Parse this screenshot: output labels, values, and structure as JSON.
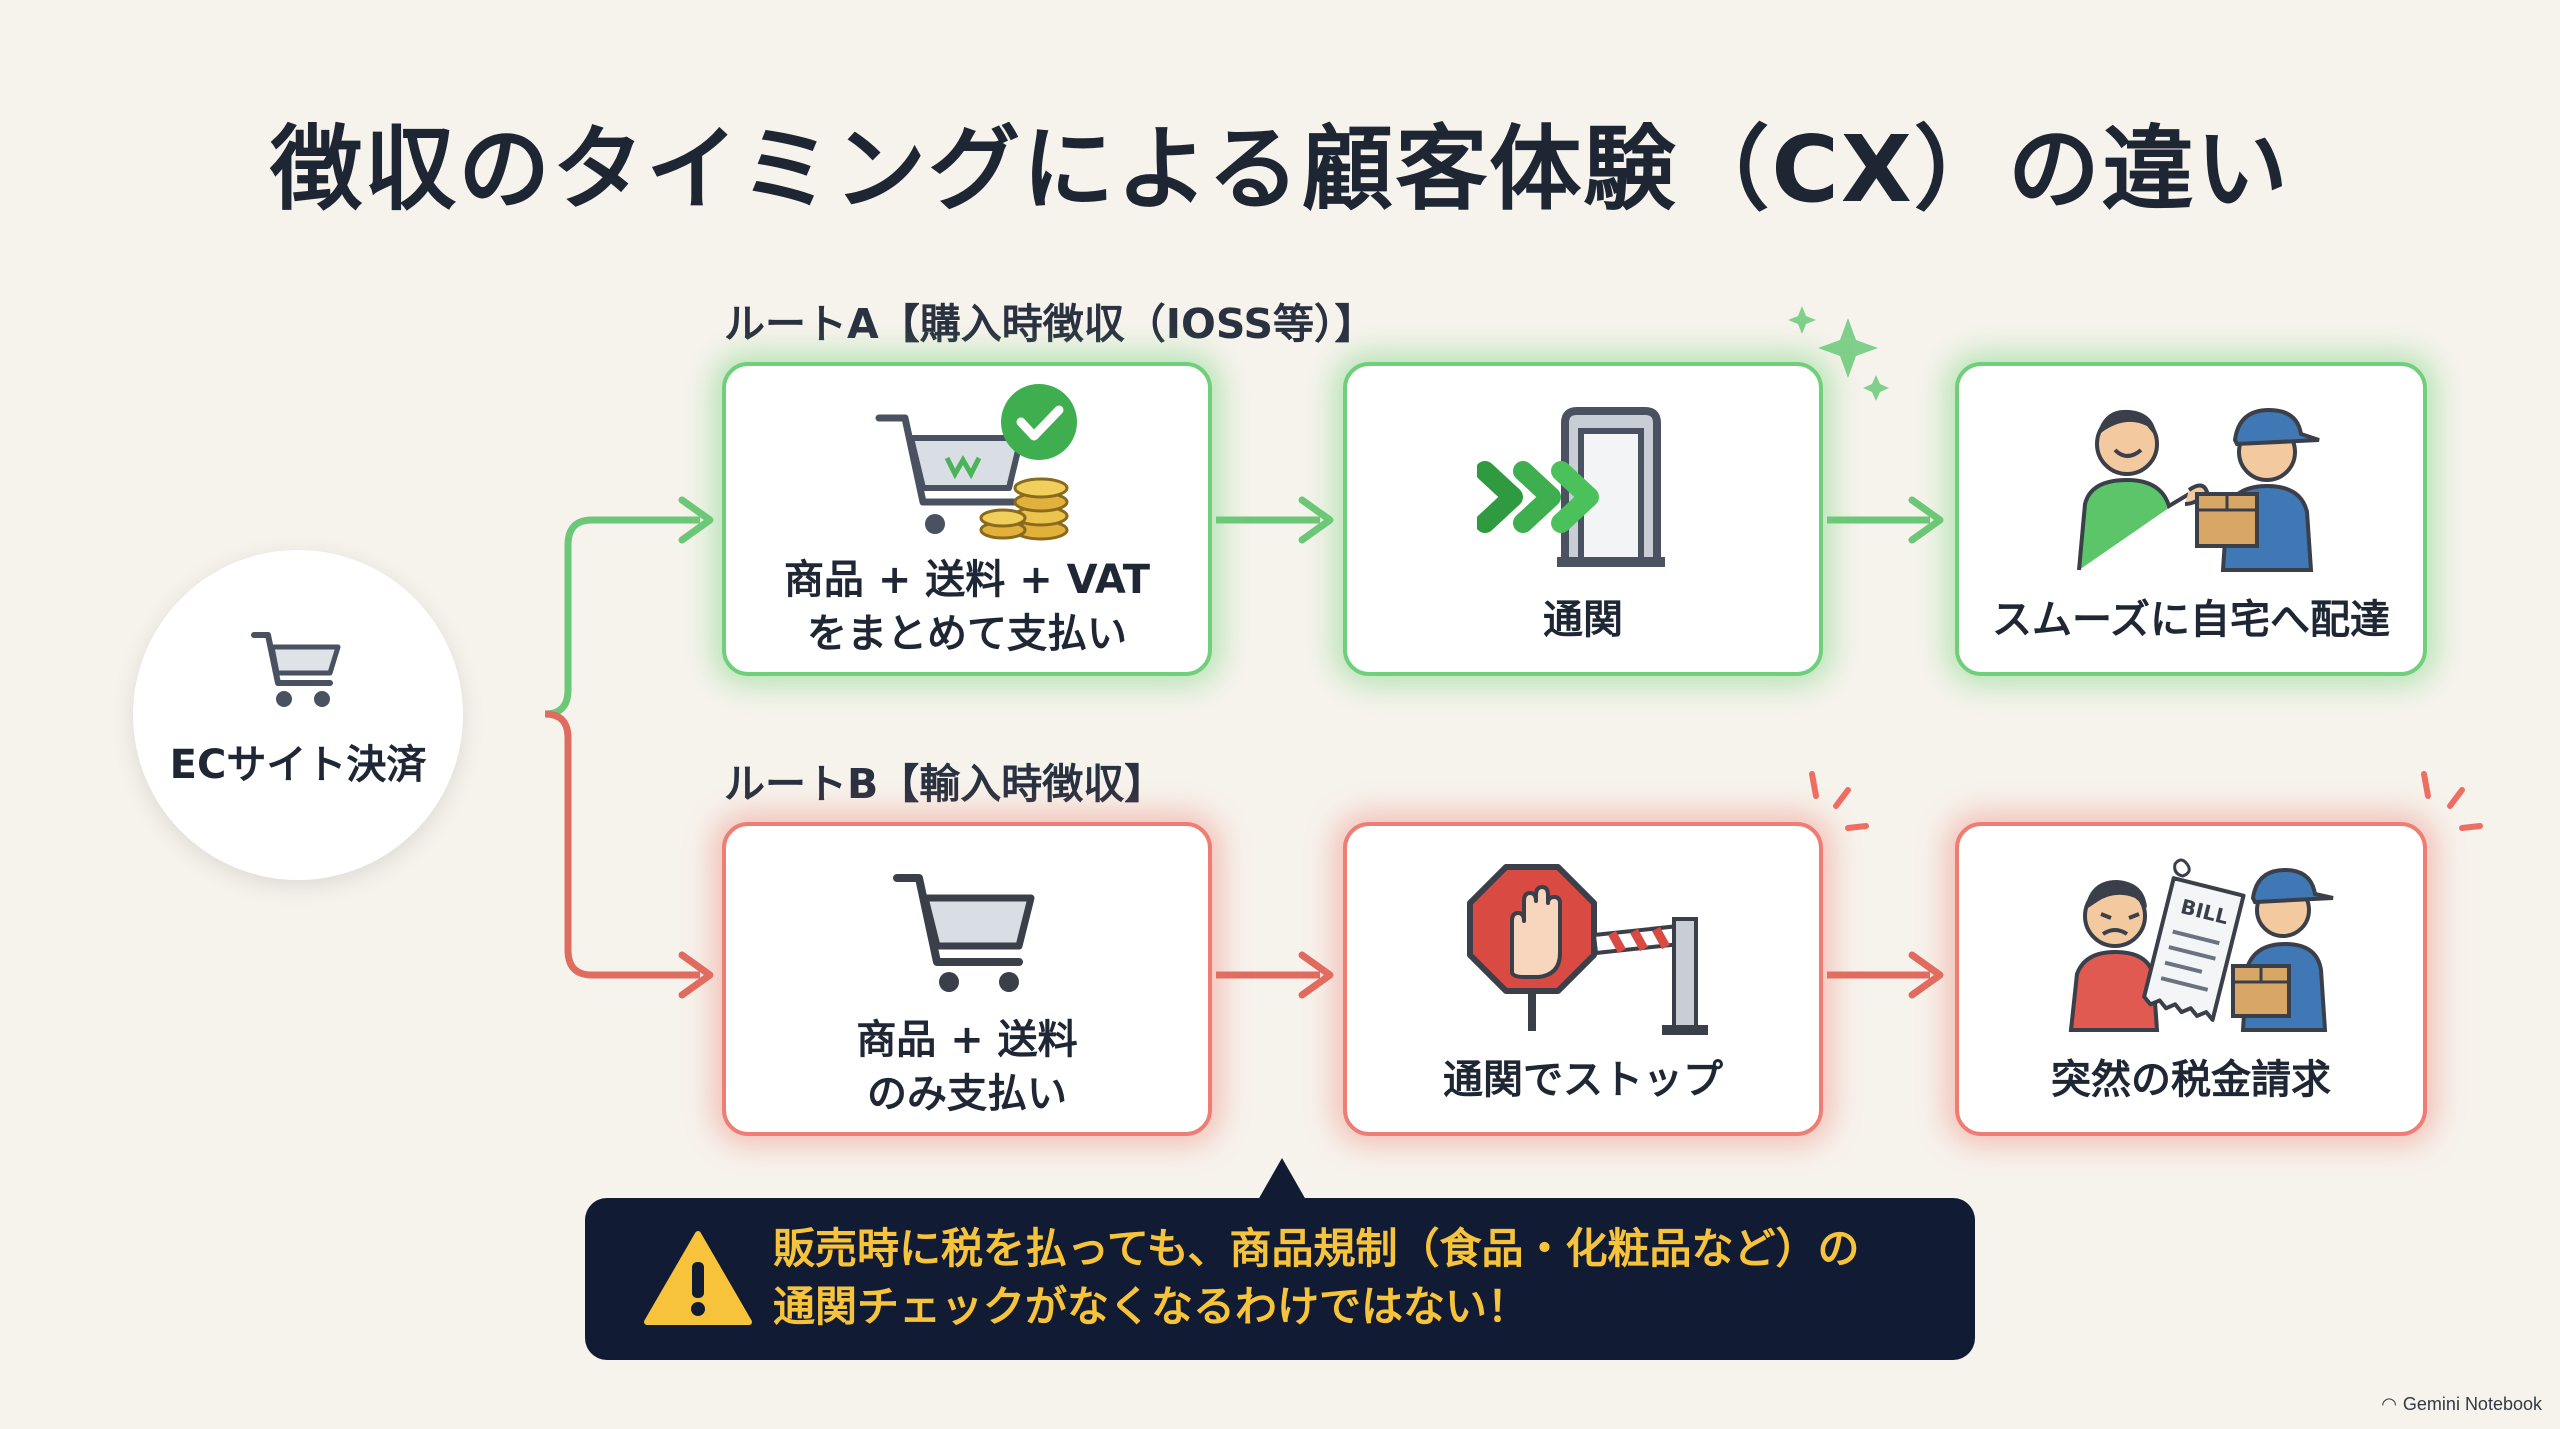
{
  "title": "徴収のタイミングによる顧客体験（CX）の違い",
  "start": {
    "label": "ECサイト決済",
    "icon": "shopping-cart-icon"
  },
  "route_a": {
    "label": "ルートA【購入時徴収（IOSS等）】",
    "color": "#5cc469",
    "steps": [
      {
        "label_line1": "商品 + 送料 + VAT",
        "label_line2": "をまとめて支払い",
        "icon": "cart-with-check-and-coins-icon"
      },
      {
        "label": "通関",
        "icon": "customs-gate-fast-pass-icon"
      },
      {
        "label": "スムーズに自宅へ配達",
        "icon": "happy-delivery-handoff-icon"
      }
    ]
  },
  "route_b": {
    "label": "ルートB【輸入時徴収】",
    "color": "#e46a5f",
    "steps": [
      {
        "label_line1": "商品 + 送料",
        "label_line2": "のみ支払い",
        "icon": "shopping-cart-icon"
      },
      {
        "label": "通関でストップ",
        "icon": "stop-sign-barrier-icon"
      },
      {
        "label": "突然の税金請求",
        "icon": "angry-customer-bill-icon",
        "bill_text": "BILL"
      }
    ]
  },
  "warning": {
    "line1": "販売時に税を払っても、商品規制（食品・化粧品など）の",
    "line2": "通関チェックがなくなるわけではない！",
    "icon": "warning-triangle-icon"
  },
  "brand": "Gemini Notebook"
}
